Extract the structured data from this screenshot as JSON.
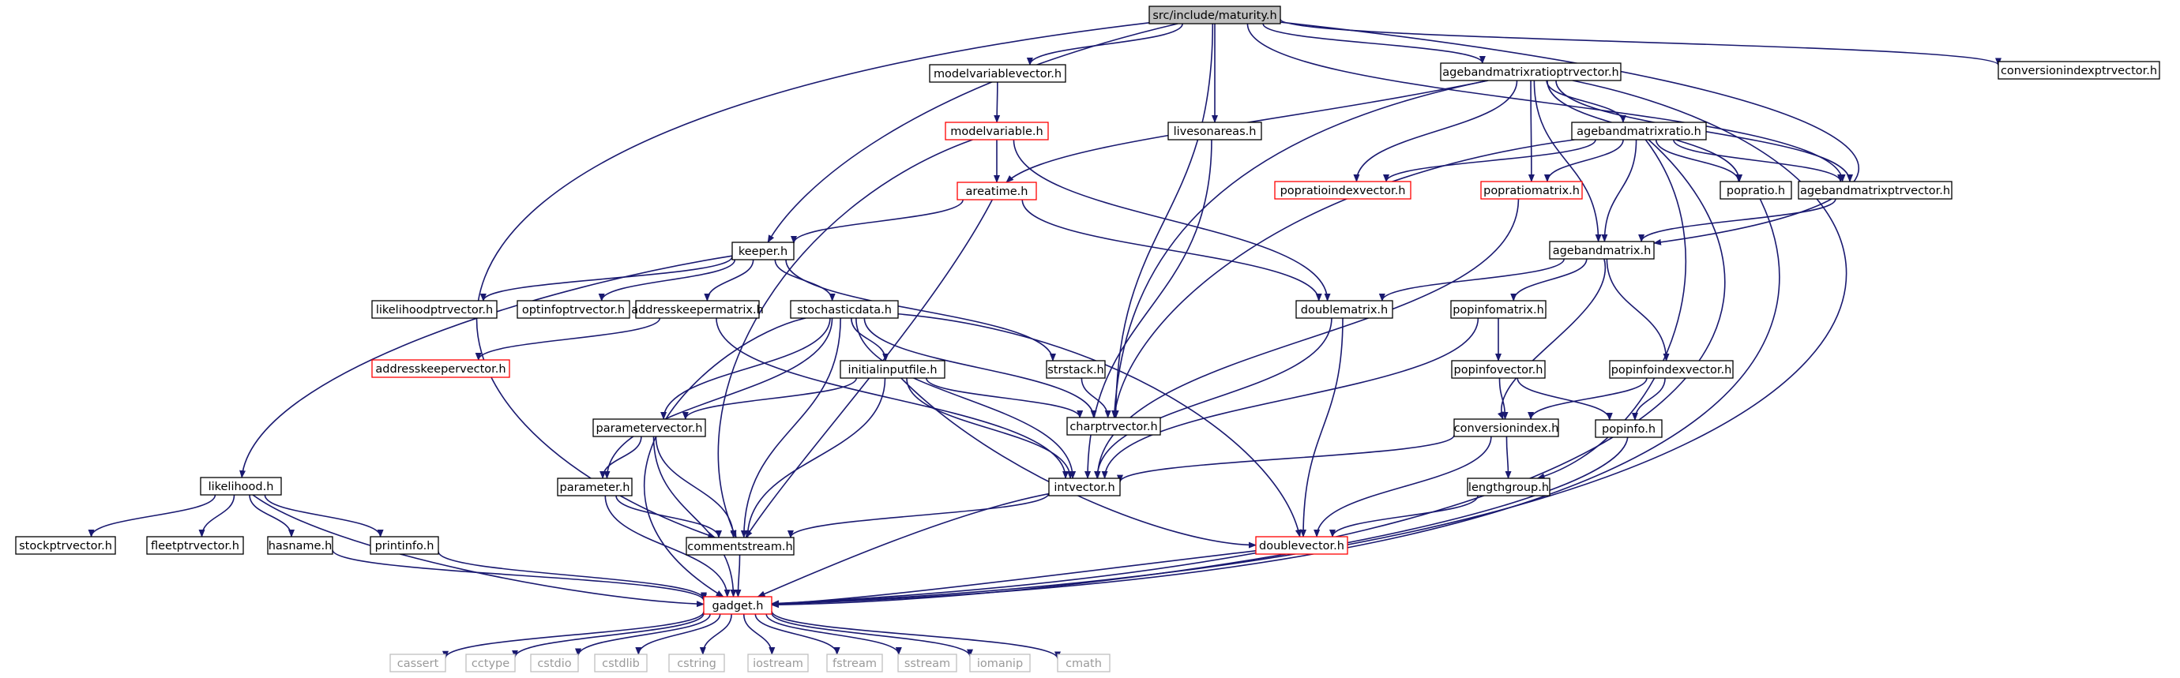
{
  "colors": {
    "edge": "#191970",
    "root_fill": "#bfbfbf",
    "normal_border": "#000000",
    "incomplete_border": "#ff0000",
    "system_border": "#bfbfbf",
    "system_text": "#9a9a9a"
  },
  "graph": {
    "nodes": [
      {
        "id": "maturity",
        "label": "src/include/maturity.h",
        "kind": "root"
      },
      {
        "id": "conversionindexptrvector",
        "label": "conversionindexptrvector.h",
        "kind": "normal"
      },
      {
        "id": "modelvariablevector",
        "label": "modelvariablevector.h",
        "kind": "normal"
      },
      {
        "id": "agebandmatrixratioptrvector",
        "label": "agebandmatrixratioptrvector.h",
        "kind": "normal"
      },
      {
        "id": "modelvariable",
        "label": "modelvariable.h",
        "kind": "incomplete"
      },
      {
        "id": "livesonareas",
        "label": "livesonareas.h",
        "kind": "normal"
      },
      {
        "id": "agebandmatrixratio",
        "label": "agebandmatrixratio.h",
        "kind": "normal"
      },
      {
        "id": "areatime",
        "label": "areatime.h",
        "kind": "incomplete"
      },
      {
        "id": "popratioindexvector",
        "label": "popratioindexvector.h",
        "kind": "incomplete"
      },
      {
        "id": "popratiomatrix",
        "label": "popratiomatrix.h",
        "kind": "incomplete"
      },
      {
        "id": "popratio",
        "label": "popratio.h",
        "kind": "normal"
      },
      {
        "id": "agebandmatrixptrvector",
        "label": "agebandmatrixptrvector.h",
        "kind": "normal"
      },
      {
        "id": "keeper",
        "label": "keeper.h",
        "kind": "normal"
      },
      {
        "id": "agebandmatrix",
        "label": "agebandmatrix.h",
        "kind": "normal"
      },
      {
        "id": "likelihoodptrvector",
        "label": "likelihoodptrvector.h",
        "kind": "normal"
      },
      {
        "id": "optinfoptrvector",
        "label": "optinfoptrvector.h",
        "kind": "normal"
      },
      {
        "id": "addresskeepermatrix",
        "label": "addresskeepermatrix.h",
        "kind": "normal"
      },
      {
        "id": "stochasticdata",
        "label": "stochasticdata.h",
        "kind": "normal"
      },
      {
        "id": "doublematrix",
        "label": "doublematrix.h",
        "kind": "normal"
      },
      {
        "id": "popinfomatrix",
        "label": "popinfomatrix.h",
        "kind": "normal"
      },
      {
        "id": "addresskeepervector",
        "label": "addresskeepervector.h",
        "kind": "incomplete"
      },
      {
        "id": "initialinputfile",
        "label": "initialinputfile.h",
        "kind": "normal"
      },
      {
        "id": "strstack",
        "label": "strstack.h",
        "kind": "normal"
      },
      {
        "id": "popinfovector",
        "label": "popinfovector.h",
        "kind": "normal"
      },
      {
        "id": "popinfoindexvector",
        "label": "popinfoindexvector.h",
        "kind": "normal"
      },
      {
        "id": "charptrvector",
        "label": "charptrvector.h",
        "kind": "normal"
      },
      {
        "id": "parametervector",
        "label": "parametervector.h",
        "kind": "normal"
      },
      {
        "id": "conversionindex",
        "label": "conversionindex.h",
        "kind": "normal"
      },
      {
        "id": "popinfo",
        "label": "popinfo.h",
        "kind": "normal"
      },
      {
        "id": "likelihood",
        "label": "likelihood.h",
        "kind": "normal"
      },
      {
        "id": "parameter",
        "label": "parameter.h",
        "kind": "normal"
      },
      {
        "id": "intvector",
        "label": "intvector.h",
        "kind": "normal"
      },
      {
        "id": "lengthgroup",
        "label": "lengthgroup.h",
        "kind": "normal"
      },
      {
        "id": "stockptrvector",
        "label": "stockptrvector.h",
        "kind": "normal"
      },
      {
        "id": "fleetptrvector",
        "label": "fleetptrvector.h",
        "kind": "normal"
      },
      {
        "id": "hasname",
        "label": "hasname.h",
        "kind": "normal"
      },
      {
        "id": "printinfo",
        "label": "printinfo.h",
        "kind": "normal"
      },
      {
        "id": "commentstream",
        "label": "commentstream.h",
        "kind": "normal"
      },
      {
        "id": "doublevector",
        "label": "doublevector.h",
        "kind": "incomplete"
      },
      {
        "id": "gadget",
        "label": "gadget.h",
        "kind": "incomplete"
      },
      {
        "id": "cassert",
        "label": "cassert",
        "kind": "system"
      },
      {
        "id": "cctype",
        "label": "cctype",
        "kind": "system"
      },
      {
        "id": "cstdio",
        "label": "cstdio",
        "kind": "system"
      },
      {
        "id": "cstdlib",
        "label": "cstdlib",
        "kind": "system"
      },
      {
        "id": "cstring",
        "label": "cstring",
        "kind": "system"
      },
      {
        "id": "iostream",
        "label": "iostream",
        "kind": "system"
      },
      {
        "id": "fstream",
        "label": "fstream",
        "kind": "system"
      },
      {
        "id": "sstream",
        "label": "sstream",
        "kind": "system"
      },
      {
        "id": "iomanip",
        "label": "iomanip",
        "kind": "system"
      },
      {
        "id": "cmath",
        "label": "cmath",
        "kind": "system"
      }
    ],
    "edges": [
      [
        "maturity",
        "conversionindexptrvector"
      ],
      [
        "maturity",
        "modelvariablevector"
      ],
      [
        "maturity",
        "agebandmatrixratioptrvector"
      ],
      [
        "maturity",
        "livesonareas"
      ],
      [
        "maturity",
        "keeper"
      ],
      [
        "maturity",
        "charptrvector"
      ],
      [
        "maturity",
        "commentstream"
      ],
      [
        "maturity",
        "agebandmatrixptrvector"
      ],
      [
        "maturity",
        "agebandmatrix"
      ],
      [
        "modelvariablevector",
        "modelvariable"
      ],
      [
        "modelvariable",
        "areatime"
      ],
      [
        "modelvariable",
        "doublematrix"
      ],
      [
        "modelvariable",
        "commentstream"
      ],
      [
        "agebandmatrixratioptrvector",
        "areatime"
      ],
      [
        "agebandmatrixratioptrvector",
        "agebandmatrixratio"
      ],
      [
        "agebandmatrixratioptrvector",
        "popratioindexvector"
      ],
      [
        "agebandmatrixratioptrvector",
        "popratiomatrix"
      ],
      [
        "agebandmatrixratioptrvector",
        "popratio"
      ],
      [
        "agebandmatrixratioptrvector",
        "agebandmatrixptrvector"
      ],
      [
        "agebandmatrixratioptrvector",
        "agebandmatrix"
      ],
      [
        "agebandmatrixratioptrvector",
        "charptrvector"
      ],
      [
        "agebandmatrixratioptrvector",
        "gadget"
      ],
      [
        "agebandmatrixratio",
        "popratioindexvector"
      ],
      [
        "agebandmatrixratio",
        "popratiomatrix"
      ],
      [
        "agebandmatrixratio",
        "popratio"
      ],
      [
        "agebandmatrixratio",
        "agebandmatrixptrvector"
      ],
      [
        "agebandmatrixratio",
        "agebandmatrix"
      ],
      [
        "agebandmatrixratio",
        "charptrvector"
      ],
      [
        "agebandmatrixratio",
        "lengthgroup"
      ],
      [
        "agebandmatrixratio",
        "gadget"
      ],
      [
        "livesonareas",
        "intvector"
      ],
      [
        "areatime",
        "keeper"
      ],
      [
        "areatime",
        "doublematrix"
      ],
      [
        "areatime",
        "commentstream"
      ],
      [
        "popratiomatrix",
        "intvector"
      ],
      [
        "popratio",
        "gadget"
      ],
      [
        "agebandmatrixptrvector",
        "agebandmatrix"
      ],
      [
        "agebandmatrix",
        "doublematrix"
      ],
      [
        "agebandmatrix",
        "popinfomatrix"
      ],
      [
        "agebandmatrix",
        "popinfoindexvector"
      ],
      [
        "agebandmatrix",
        "conversionindex"
      ],
      [
        "keeper",
        "likelihoodptrvector"
      ],
      [
        "keeper",
        "optinfoptrvector"
      ],
      [
        "keeper",
        "addresskeepermatrix"
      ],
      [
        "keeper",
        "stochasticdata"
      ],
      [
        "keeper",
        "strstack"
      ],
      [
        "keeper",
        "likelihood"
      ],
      [
        "addresskeepermatrix",
        "addresskeepervector"
      ],
      [
        "addresskeepermatrix",
        "intvector"
      ],
      [
        "stochasticdata",
        "initialinputfile"
      ],
      [
        "stochasticdata",
        "charptrvector"
      ],
      [
        "stochasticdata",
        "parametervector"
      ],
      [
        "stochasticdata",
        "parameter"
      ],
      [
        "stochasticdata",
        "intvector"
      ],
      [
        "stochasticdata",
        "doublevector"
      ],
      [
        "stochasticdata",
        "commentstream"
      ],
      [
        "stochasticdata",
        "gadget"
      ],
      [
        "doublematrix",
        "intvector"
      ],
      [
        "doublematrix",
        "doublevector"
      ],
      [
        "popinfomatrix",
        "popinfovector"
      ],
      [
        "popinfomatrix",
        "intvector"
      ],
      [
        "popinfovector",
        "conversionindex"
      ],
      [
        "popinfovector",
        "popinfo"
      ],
      [
        "popinfoindexvector",
        "conversionindex"
      ],
      [
        "popinfoindexvector",
        "popinfo"
      ],
      [
        "initialinputfile",
        "charptrvector"
      ],
      [
        "initialinputfile",
        "parametervector"
      ],
      [
        "initialinputfile",
        "intvector"
      ],
      [
        "initialinputfile",
        "doublevector"
      ],
      [
        "initialinputfile",
        "commentstream"
      ],
      [
        "strstack",
        "charptrvector"
      ],
      [
        "parametervector",
        "parameter"
      ],
      [
        "parametervector",
        "commentstream"
      ],
      [
        "parametervector",
        "gadget"
      ],
      [
        "conversionindex",
        "intvector"
      ],
      [
        "conversionindex",
        "lengthgroup"
      ],
      [
        "conversionindex",
        "doublevector"
      ],
      [
        "popinfo",
        "gadget"
      ],
      [
        "likelihood",
        "stockptrvector"
      ],
      [
        "likelihood",
        "fleetptrvector"
      ],
      [
        "likelihood",
        "hasname"
      ],
      [
        "likelihood",
        "printinfo"
      ],
      [
        "likelihood",
        "gadget"
      ],
      [
        "parameter",
        "commentstream"
      ],
      [
        "parameter",
        "gadget"
      ],
      [
        "intvector",
        "commentstream"
      ],
      [
        "intvector",
        "gadget"
      ],
      [
        "lengthgroup",
        "doublevector"
      ],
      [
        "hasname",
        "gadget"
      ],
      [
        "printinfo",
        "gadget"
      ],
      [
        "commentstream",
        "gadget"
      ],
      [
        "doublevector",
        "gadget"
      ],
      [
        "gadget",
        "cassert"
      ],
      [
        "gadget",
        "cctype"
      ],
      [
        "gadget",
        "cstdio"
      ],
      [
        "gadget",
        "cstdlib"
      ],
      [
        "gadget",
        "cstring"
      ],
      [
        "gadget",
        "iostream"
      ],
      [
        "gadget",
        "fstream"
      ],
      [
        "gadget",
        "sstream"
      ],
      [
        "gadget",
        "iomanip"
      ],
      [
        "gadget",
        "cmath"
      ]
    ]
  }
}
